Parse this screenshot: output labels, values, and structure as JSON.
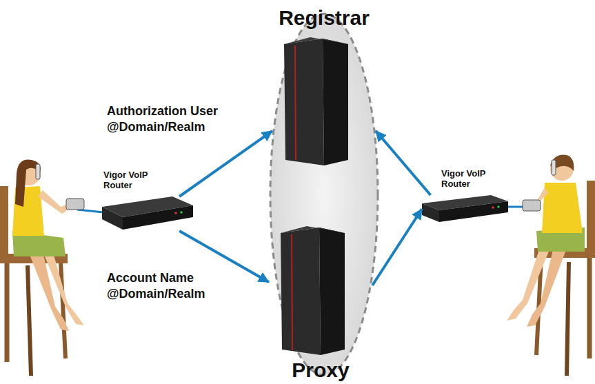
{
  "diagram": {
    "nodes": [
      {
        "text": [
          "Registrar"
        ]
      },
      {
        "text": [
          "Vigor VoIP Router"
        ]
      },
      {
        "text": [
          "Vigor VoIP Router"
        ]
      },
      {
        "text": [
          "Proxy"
        ]
      }
    ],
    "edges": [
      {
        "from": 1,
        "to": 0,
        "arrow": "to",
        "label": "Authorization User @Domain/Realm"
      },
      {
        "from": 1,
        "to": 3,
        "arrow": "to",
        "label": "Account Name @Domain/Realm"
      },
      {
        "from": 2,
        "to": 0,
        "arrow": "to"
      },
      {
        "from": 3,
        "to": 2,
        "arrow": "to"
      }
    ]
  }
}
